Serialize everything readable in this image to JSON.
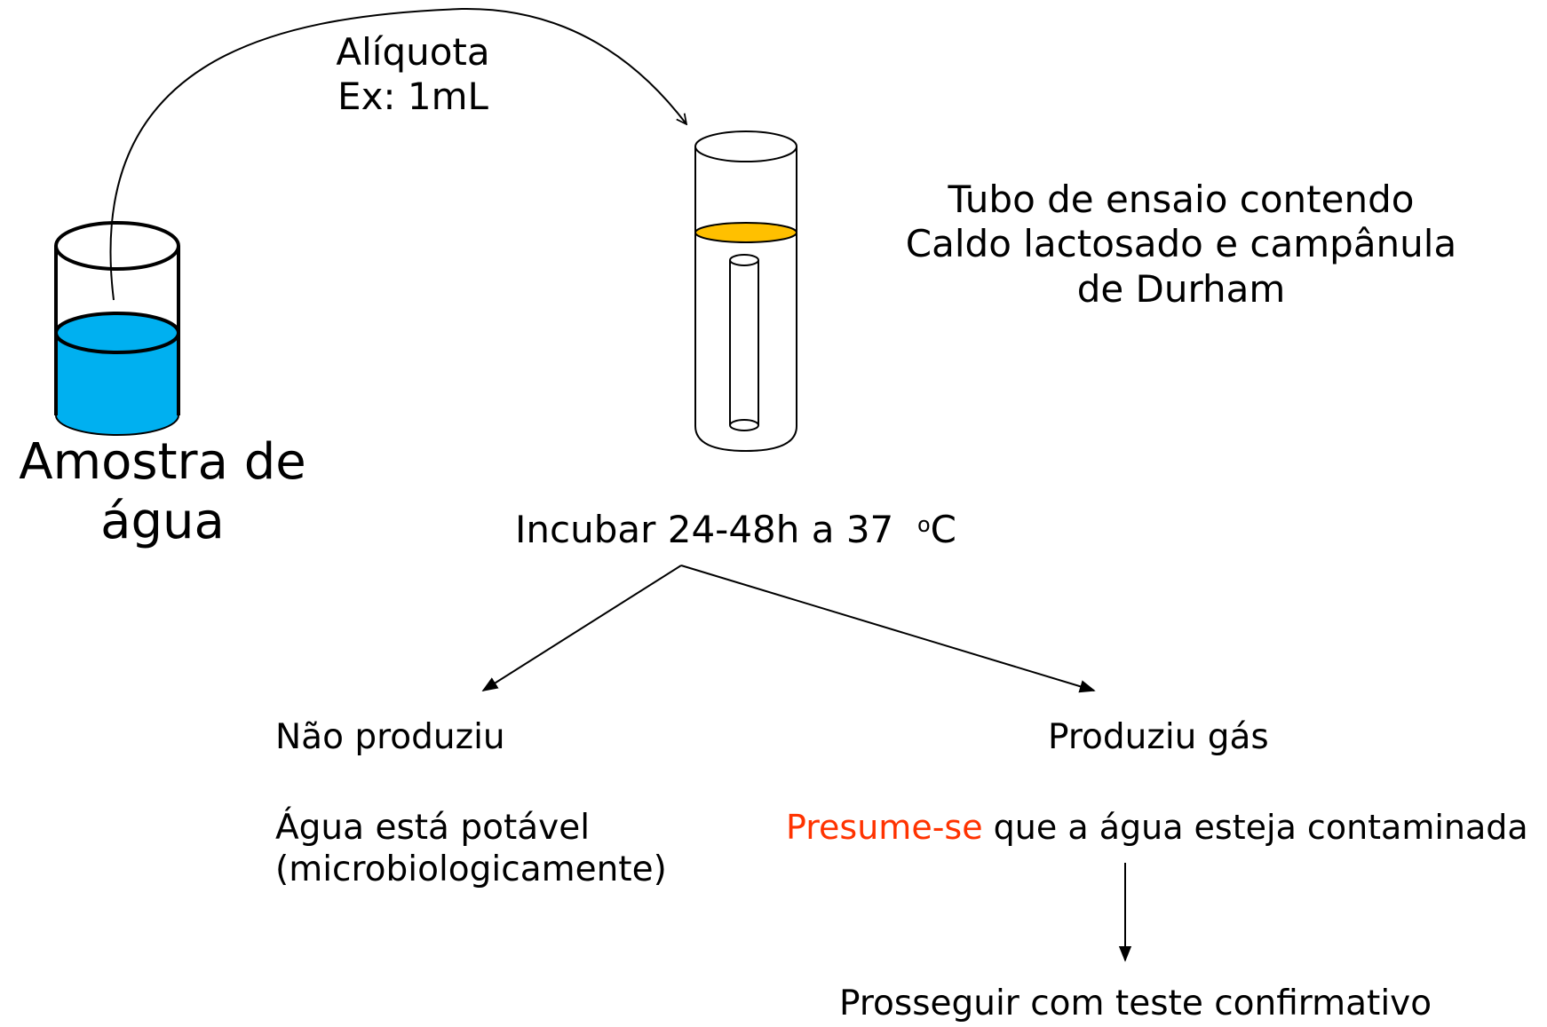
{
  "colors": {
    "water": "#00b0f0",
    "broth": "#ffc000",
    "highlight": "#ff3300",
    "ink": "#000000"
  },
  "aliquot": {
    "line1": "Alíquota",
    "line2": "Ex: 1mL"
  },
  "sample": {
    "line1": "Amostra de",
    "line2": "água"
  },
  "tube": {
    "line1": "Tubo de ensaio contendo",
    "line2": "Caldo lactosado e campânula",
    "line3": "de Durham"
  },
  "incubate": {
    "text": "Incubar 24-48h a 37",
    "degree": "o",
    "unit": "C"
  },
  "negative": {
    "title": "Não produziu",
    "line1": "Água está potável",
    "line2": "(microbiologicamente)"
  },
  "positive": {
    "title": "Produziu gás",
    "highlight": "Presume-se",
    "rest": " que a água esteja contaminada"
  },
  "next_step": "Prosseguir com teste confirmativo"
}
